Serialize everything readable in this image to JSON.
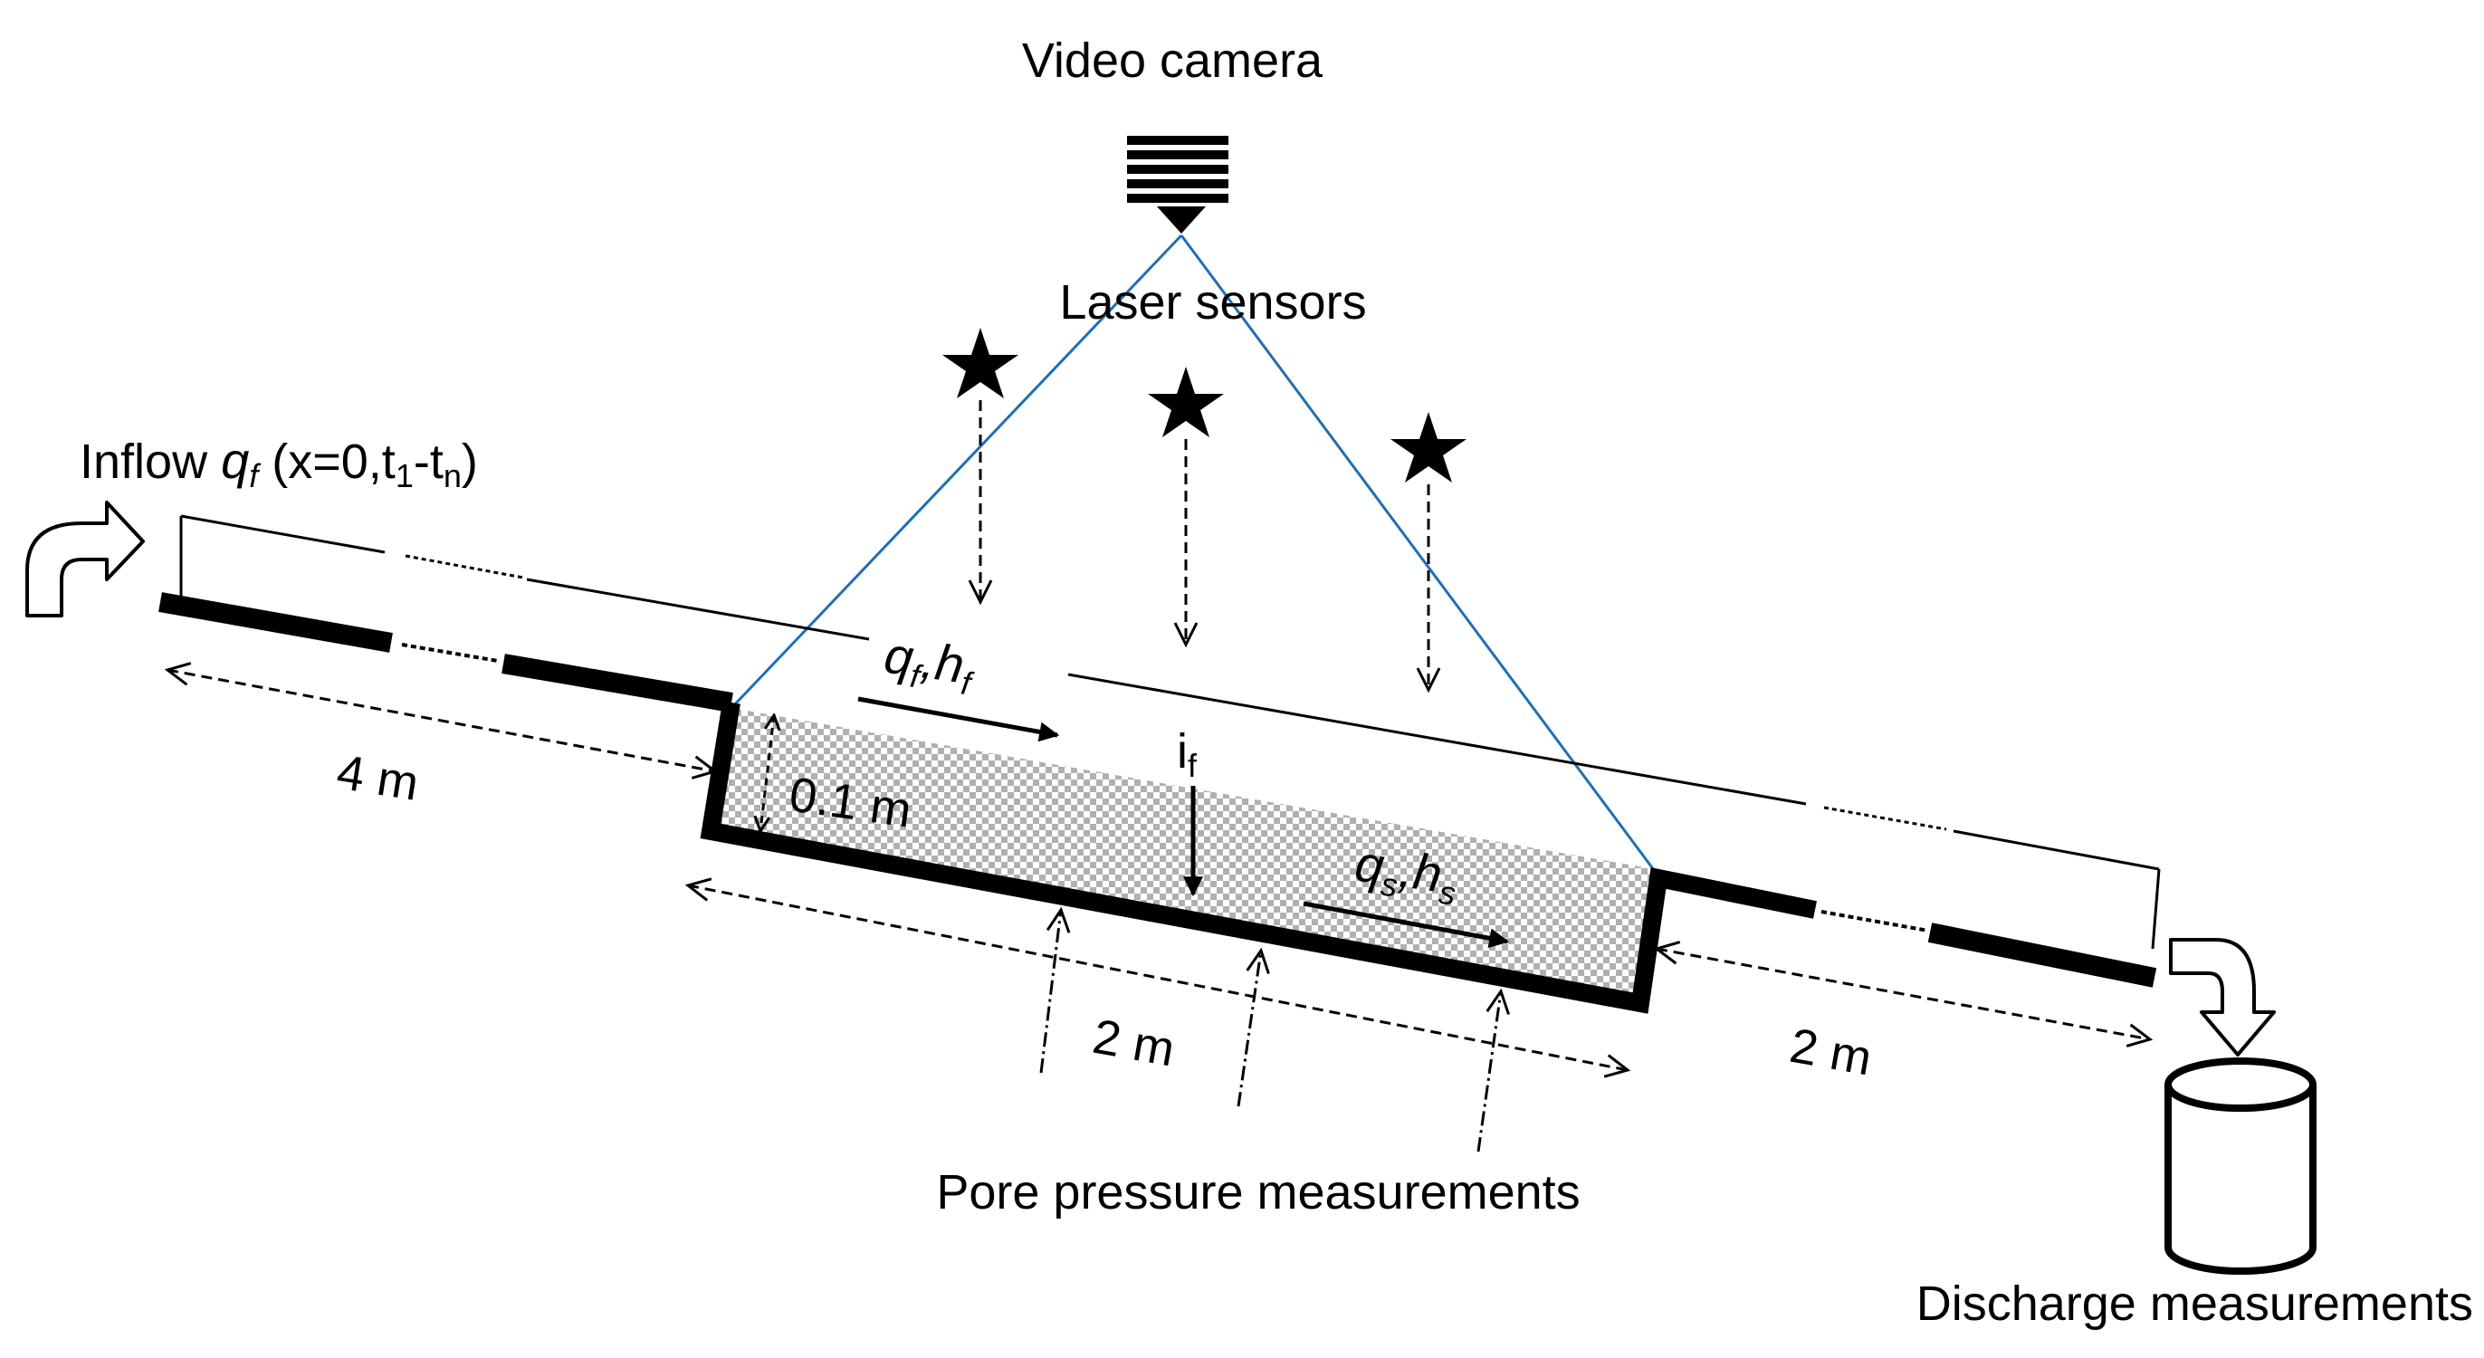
{
  "labels": {
    "video_camera": "Video camera",
    "laser_sensors": "Laser sensors",
    "inflow_prefix": "Inflow ",
    "inflow_q": "q",
    "inflow_q_sub": "f",
    "inflow_paren_start": "  (x=0,t",
    "inflow_t1_sub": "1",
    "inflow_dash_t": "-t",
    "inflow_tn_sub": "n",
    "inflow_paren_end": ")",
    "qf_q": "q",
    "qf_q_sub": "f",
    "qf_comma_h": ",h",
    "qf_h_sub": "f",
    "qs_q": "q",
    "qs_q_sub": "s",
    "qs_comma_h": ",h",
    "qs_h_sub": "s",
    "if_i": "i",
    "if_sub": "f",
    "dim_4m": "4 m",
    "dim_01m": "0.1 m",
    "dim_2m_bed": "2 m",
    "dim_2m_down": "2 m",
    "pore_pressure": "Pore pressure measurements",
    "discharge": "Discharge measurements"
  },
  "colors": {
    "lines": "#000000",
    "camera_view": "#1f6fb5",
    "sediment": "#b0b0b0"
  },
  "icons": {
    "camera": "video-camera-icon",
    "laser": "star-icon",
    "inflow_arrow": "curved-arrow-icon",
    "outflow_arrow": "curved-arrow-icon",
    "container": "cylinder-container-icon"
  }
}
